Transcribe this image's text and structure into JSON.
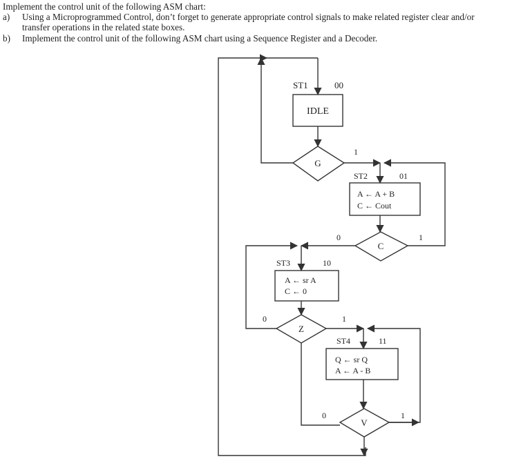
{
  "intro": "Implement the control unit of the following ASM chart:",
  "items": [
    {
      "marker": "a)",
      "line1": "Using a Microprogrammed Control, don’t forget to generate appropriate control signals to make related register clear and/or",
      "line2": "transfer operations in the related state boxes."
    },
    {
      "marker": "b)",
      "line1": "Implement the control unit of the following ASM chart using a Sequence Register and a Decoder."
    }
  ],
  "asm_chart": {
    "states": [
      {
        "name": "ST1",
        "code": "00",
        "ops": [
          "IDLE"
        ]
      },
      {
        "name": "ST2",
        "code": "01",
        "ops": [
          "A ← A + B",
          "C ← Cout"
        ]
      },
      {
        "name": "ST3",
        "code": "10",
        "ops": [
          "A ← sr A",
          "C ← 0"
        ]
      },
      {
        "name": "ST4",
        "code": "11",
        "ops": [
          "Q ← sr Q",
          "A ← A - B"
        ]
      }
    ],
    "decisions": [
      {
        "input": "G",
        "true_label": "1"
      },
      {
        "input": "C",
        "true_label": "1",
        "false_label": "0"
      },
      {
        "input": "Z",
        "true_label": "1",
        "false_label": "0"
      },
      {
        "input": "V",
        "true_label": "1",
        "false_label": "0"
      }
    ]
  }
}
